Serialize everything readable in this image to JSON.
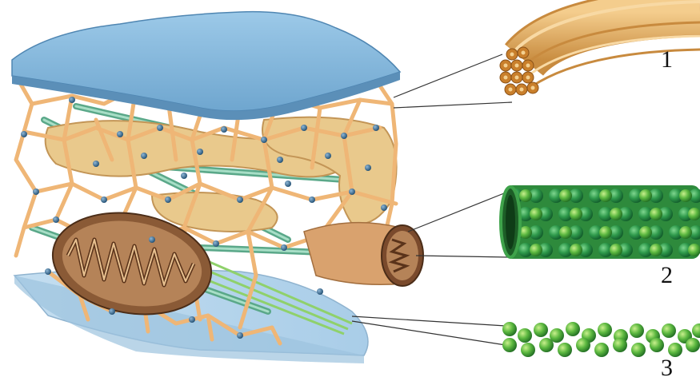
{
  "labels": {
    "one": "1",
    "two": "2",
    "three": "3"
  },
  "colors": {
    "membrane_top": "#7fb6dc",
    "membrane_bottom": "#b9d8ee",
    "filament_orange": "#e7b06a",
    "network": "#f0b77a",
    "microtubule_green": "#4caf50",
    "microtubule_light": "#9bd36a",
    "mitochondrion_brown": "#7a4a2c",
    "dots_blue": "#2c5f86"
  }
}
